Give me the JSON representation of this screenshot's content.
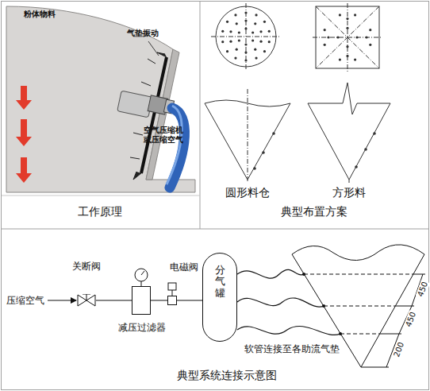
{
  "diagram": {
    "nodes": [
      {
        "text": [
          "关断阀"
        ]
      },
      {
        "text": [
          "减压过滤器"
        ]
      },
      {
        "text": [
          "电磁阀"
        ]
      },
      {
        "text": [
          "分气罐"
        ]
      }
    ],
    "edges": [
      {
        "from": 0,
        "to": 1,
        "arrow": "none"
      },
      {
        "from": 1,
        "to": 2,
        "arrow": "none"
      },
      {
        "from": 2,
        "to": 3,
        "arrow": "none"
      }
    ],
    "labels": [
      "粉体物料",
      "气垫振动",
      "空气压缩机 或压缩空气",
      "工作原理",
      "圆形料仓",
      "方形料",
      "典型布置方案",
      "压缩空气",
      "450",
      "450",
      "200",
      "软管连接至各助流气垫",
      "典型系统连接示意图"
    ]
  }
}
